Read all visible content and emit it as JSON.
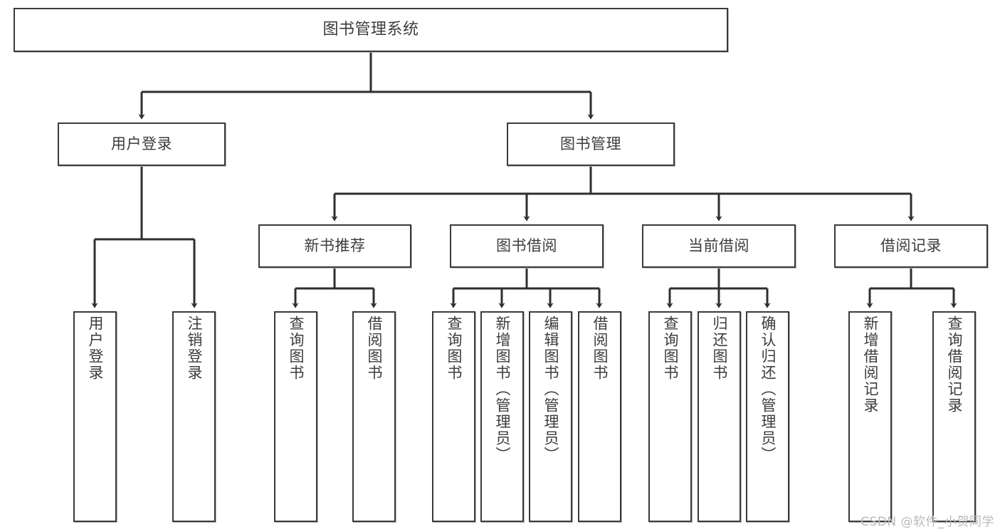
{
  "diagram": {
    "title": "图书管理系统",
    "type": "tree-hierarchy",
    "orientation": "top-down",
    "colors": {
      "box_border": "#3a3a3a",
      "box_fill": "#ffffff",
      "edge": "#2f2f2f",
      "text": "#3c3c3c",
      "watermark": "#b9b9b9",
      "background": "#ffffff"
    },
    "nodes": {
      "root": {
        "label": "图书管理系统"
      },
      "level2": [
        {
          "id": "user-login",
          "label": "用户登录"
        },
        {
          "id": "book-manage",
          "label": "图书管理"
        }
      ],
      "level3": [
        {
          "id": "new-book-recommend",
          "label": "新书推荐"
        },
        {
          "id": "book-borrow",
          "label": "图书借阅"
        },
        {
          "id": "current-borrow",
          "label": "当前借阅"
        },
        {
          "id": "borrow-record",
          "label": "借阅记录"
        }
      ],
      "leaves": {
        "user-login": [
          {
            "id": "leaf-user-login",
            "label": "用户登录"
          },
          {
            "id": "leaf-logout-login",
            "label": "注销登录"
          }
        ],
        "new-book-recommend": [
          {
            "id": "leaf-query-book-1",
            "label": "查询图书"
          },
          {
            "id": "leaf-borrow-book-1",
            "label": "借阅图书"
          }
        ],
        "book-borrow": [
          {
            "id": "leaf-query-book-2",
            "label": "查询图书"
          },
          {
            "id": "leaf-add-book-admin",
            "label": "新增图书（管理员）"
          },
          {
            "id": "leaf-edit-book-admin",
            "label": "编辑图书（管理员）"
          },
          {
            "id": "leaf-borrow-book-2",
            "label": "借阅图书"
          }
        ],
        "current-borrow": [
          {
            "id": "leaf-query-book-3",
            "label": "查询图书"
          },
          {
            "id": "leaf-return-book",
            "label": "归还图书"
          },
          {
            "id": "leaf-confirm-return-admin",
            "label": "确认归还（管理员）"
          }
        ],
        "borrow-record": [
          {
            "id": "leaf-add-borrow-record",
            "label": "新增借阅记录"
          },
          {
            "id": "leaf-query-borrow-record",
            "label": "查询借阅记录"
          }
        ]
      }
    },
    "watermark": "CSDN @软件_小贺同学"
  }
}
